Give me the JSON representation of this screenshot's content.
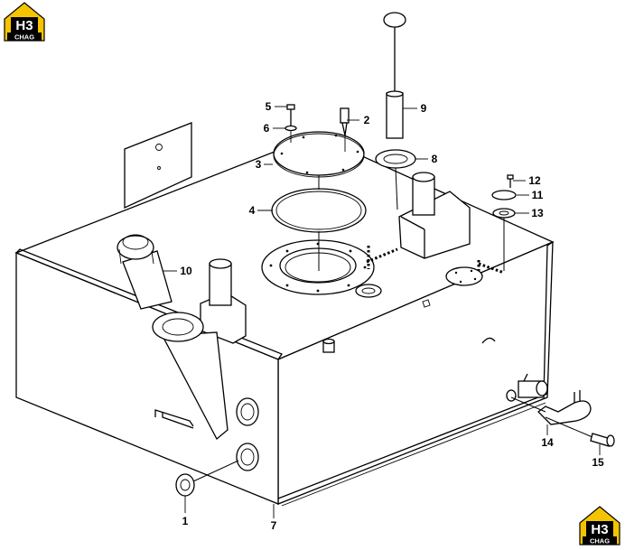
{
  "logo": {
    "letters": "H3",
    "sub": "CHAG",
    "accent": "#f5c400"
  },
  "callouts": [
    {
      "id": "1",
      "text": "1"
    },
    {
      "id": "2",
      "text": "2"
    },
    {
      "id": "3",
      "text": "3"
    },
    {
      "id": "4",
      "text": "4"
    },
    {
      "id": "5",
      "text": "5"
    },
    {
      "id": "6",
      "text": "6"
    },
    {
      "id": "7",
      "text": "7"
    },
    {
      "id": "8",
      "text": "8"
    },
    {
      "id": "9",
      "text": "9"
    },
    {
      "id": "10",
      "text": "10"
    },
    {
      "id": "11",
      "text": "11"
    },
    {
      "id": "12",
      "text": "12"
    },
    {
      "id": "13",
      "text": "13"
    },
    {
      "id": "14",
      "text": "14"
    },
    {
      "id": "15",
      "text": "15"
    }
  ]
}
